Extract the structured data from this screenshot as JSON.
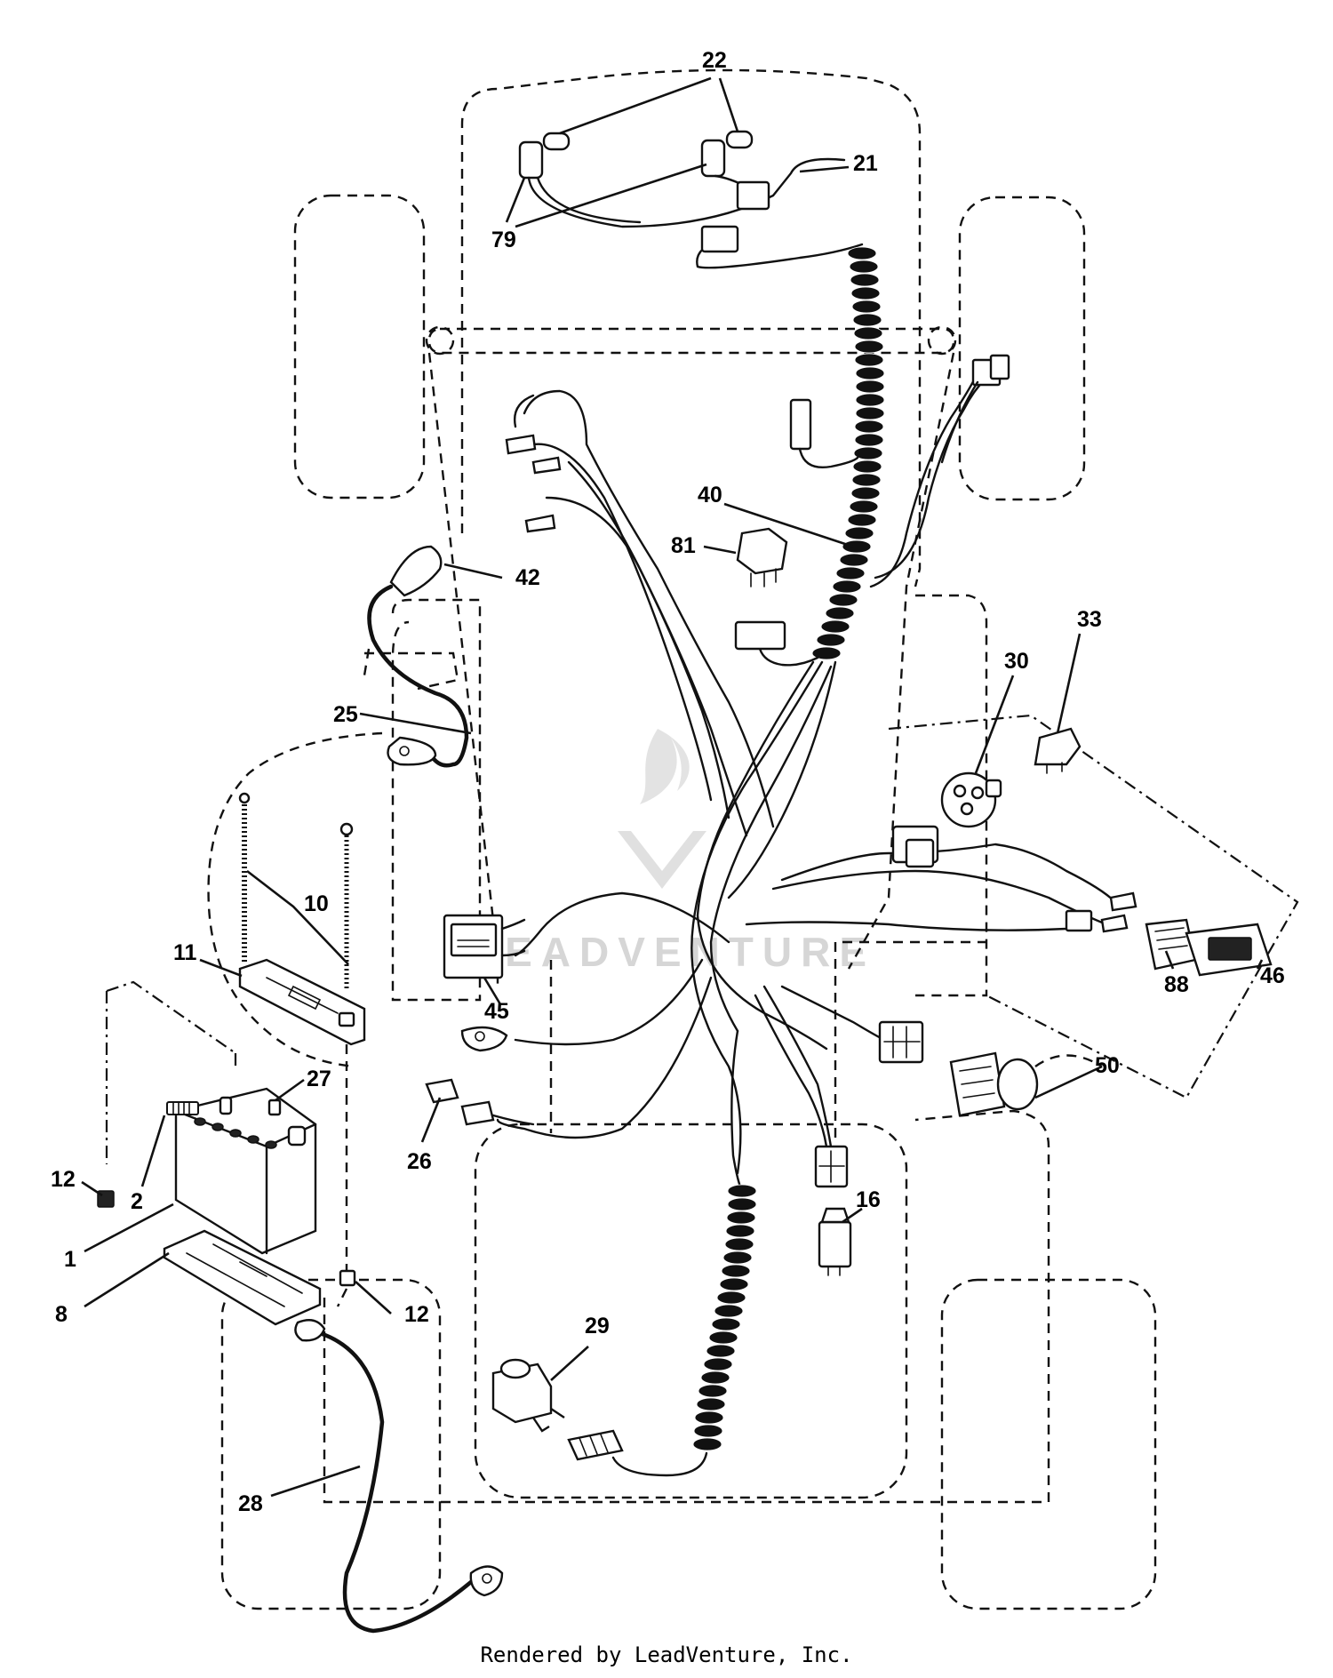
{
  "callouts": {
    "c22": "22",
    "c21": "21",
    "c79": "79",
    "c40": "40",
    "c81": "81",
    "c42": "42",
    "c25": "25",
    "c33": "33",
    "c30": "30",
    "c10": "10",
    "c11": "11",
    "c45": "45",
    "c88": "88",
    "c46": "46",
    "c27": "27",
    "c12a": "12",
    "c2": "2",
    "c1": "1",
    "c8": "8",
    "c12b": "12",
    "c26": "26",
    "c50": "50",
    "c16": "16",
    "c29": "29",
    "c28": "28"
  },
  "watermark": "LEADVENTURE",
  "footer": "Rendered by LeadVenture, Inc."
}
